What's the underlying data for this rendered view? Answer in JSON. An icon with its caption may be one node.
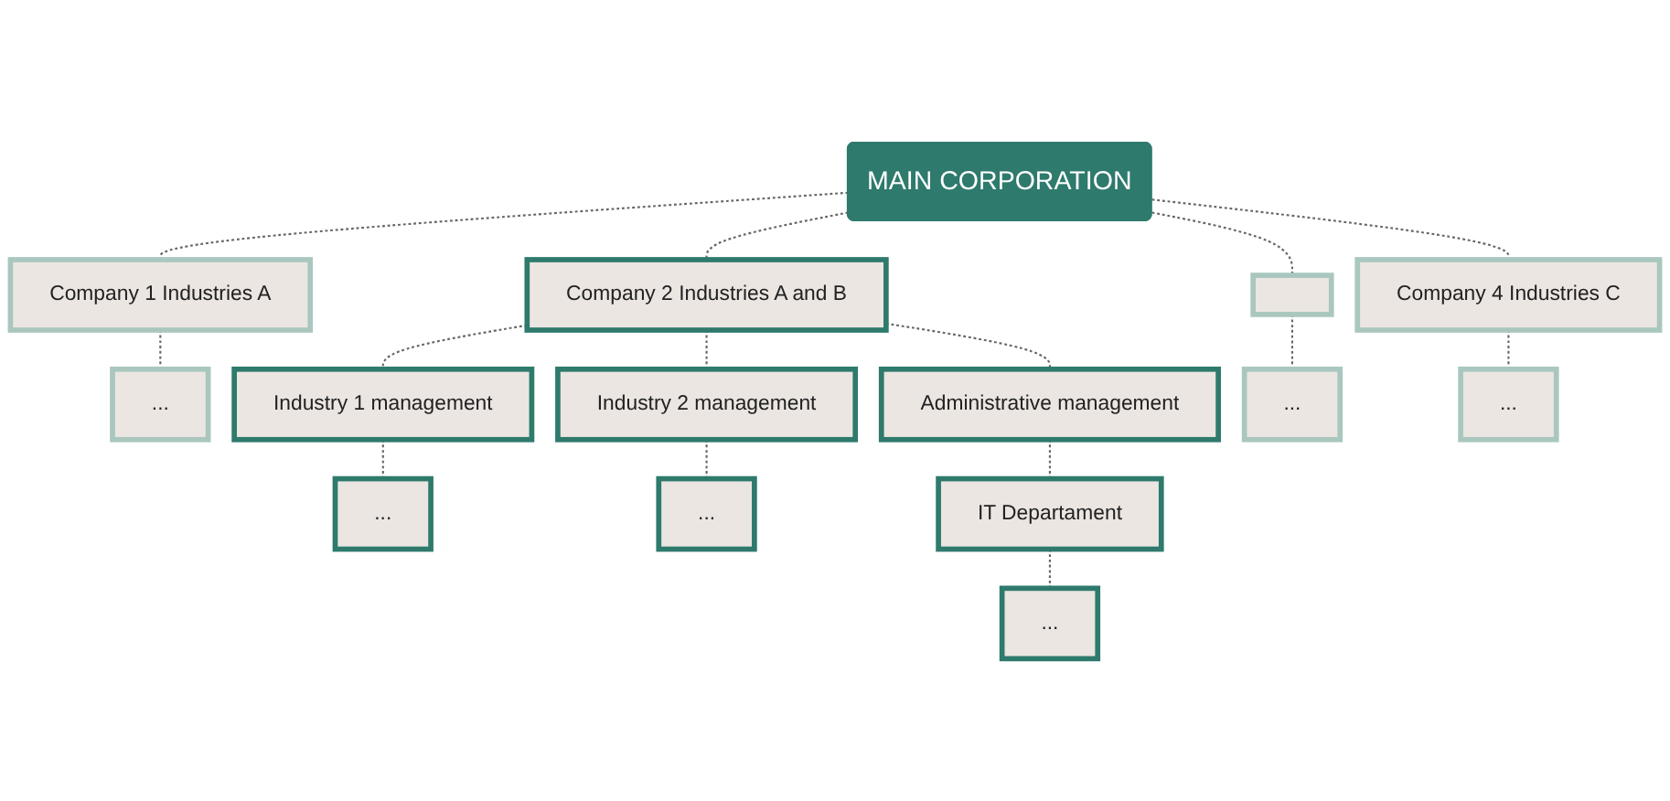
{
  "diagram": {
    "nodes": [
      {
        "text": [
          "MAIN CORPORATION"
        ]
      },
      {
        "text": [
          "Company 1 Industries A"
        ]
      },
      {
        "text": [
          "Company 2 Industries A and B"
        ]
      },
      {
        "text": [],
        "shape": "box"
      },
      {
        "text": [
          "Company 4 Industries C"
        ]
      },
      {
        "text": [
          "..."
        ]
      },
      {
        "text": [
          "Industry 1 management"
        ]
      },
      {
        "text": [
          "Industry 2 management"
        ]
      },
      {
        "text": [
          "Administrative management"
        ]
      },
      {
        "text": [
          "..."
        ]
      },
      {
        "text": [
          "..."
        ]
      },
      {
        "text": [
          "..."
        ]
      },
      {
        "text": [
          "..."
        ]
      },
      {
        "text": [
          "IT Departament"
        ]
      },
      {
        "text": [
          "..."
        ]
      }
    ],
    "edges": [
      {
        "from": 0,
        "to": 1,
        "arrow": "none",
        "style": "dashed"
      },
      {
        "from": 0,
        "to": 2,
        "arrow": "none",
        "style": "dashed"
      },
      {
        "from": 0,
        "to": 3,
        "arrow": "none",
        "style": "dashed"
      },
      {
        "from": 0,
        "to": 4,
        "arrow": "none",
        "style": "dashed"
      },
      {
        "from": 1,
        "to": 5,
        "arrow": "none",
        "style": "dashed"
      },
      {
        "from": 2,
        "to": 6,
        "arrow": "none",
        "style": "dashed"
      },
      {
        "from": 2,
        "to": 7,
        "arrow": "none",
        "style": "dashed"
      },
      {
        "from": 2,
        "to": 8,
        "arrow": "none",
        "style": "dashed"
      },
      {
        "from": 3,
        "to": 9,
        "arrow": "none",
        "style": "dashed"
      },
      {
        "from": 4,
        "to": 10,
        "arrow": "none",
        "style": "dashed"
      },
      {
        "from": 6,
        "to": 11,
        "arrow": "none",
        "style": "dashed"
      },
      {
        "from": 7,
        "to": 12,
        "arrow": "none",
        "style": "dashed"
      },
      {
        "from": 8,
        "to": 13,
        "arrow": "none",
        "style": "dashed"
      },
      {
        "from": 13,
        "to": 14,
        "arrow": "none",
        "style": "dashed"
      }
    ]
  }
}
